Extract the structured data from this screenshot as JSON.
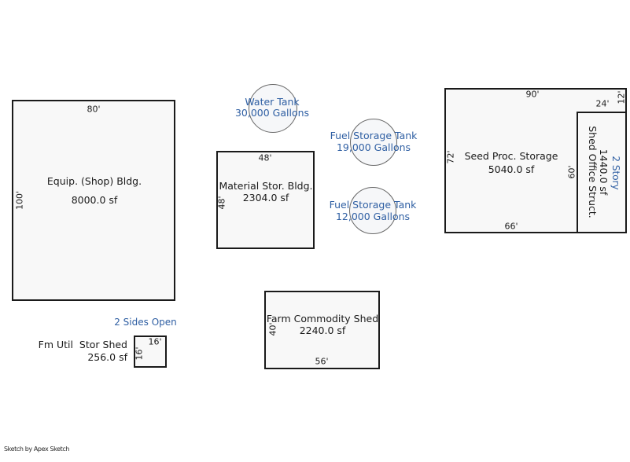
{
  "meta": {
    "credit": "Sketch by Apex Sketch"
  },
  "colors": {
    "ink": "#1a1a1a",
    "accent_blue": "#2f5fa3",
    "building_fill": "#f8f8f8",
    "circle_stroke": "#686868"
  },
  "buildings": {
    "equip_shop": {
      "name": "Equip. (Shop) Bldg.",
      "area": "8000.0 sf",
      "dim_top": "80'",
      "dim_left": "100'"
    },
    "material_stor": {
      "name": "Material Stor. Bldg.",
      "area": "2304.0 sf",
      "dim_top": "48'",
      "dim_left": "48'"
    },
    "seed_proc": {
      "name": "Seed Proc. Storage",
      "area": "5040.0 sf",
      "dim_top": "90'",
      "dim_left": "72'",
      "dim_bottom": "66'"
    },
    "shed_office": {
      "name": "Shed Office Struct.",
      "area": "1440.0 sf",
      "dim_top": "24'",
      "dim_right": "12'",
      "dim_inner": "60'",
      "note": "2 Story"
    },
    "farm_commodity": {
      "name": "Farm Commodity Shed",
      "area": "2240.0 sf",
      "dim_left": "40'",
      "dim_bottom": "56'"
    },
    "fm_util": {
      "name": "Fm Util  Stor Shed",
      "area": "256.0 sf",
      "dim_top": "16'",
      "dim_left": "16'",
      "note": "2 Sides Open"
    }
  },
  "tanks": {
    "water": {
      "name": "Water Tank",
      "capacity": "30,000 Gallons"
    },
    "fuel_19k": {
      "name": "Fuel Storage Tank",
      "capacity": "19,000 Gallons"
    },
    "fuel_12k": {
      "name": "Fuel Storage Tank",
      "capacity": "12,000 Gallons"
    }
  }
}
